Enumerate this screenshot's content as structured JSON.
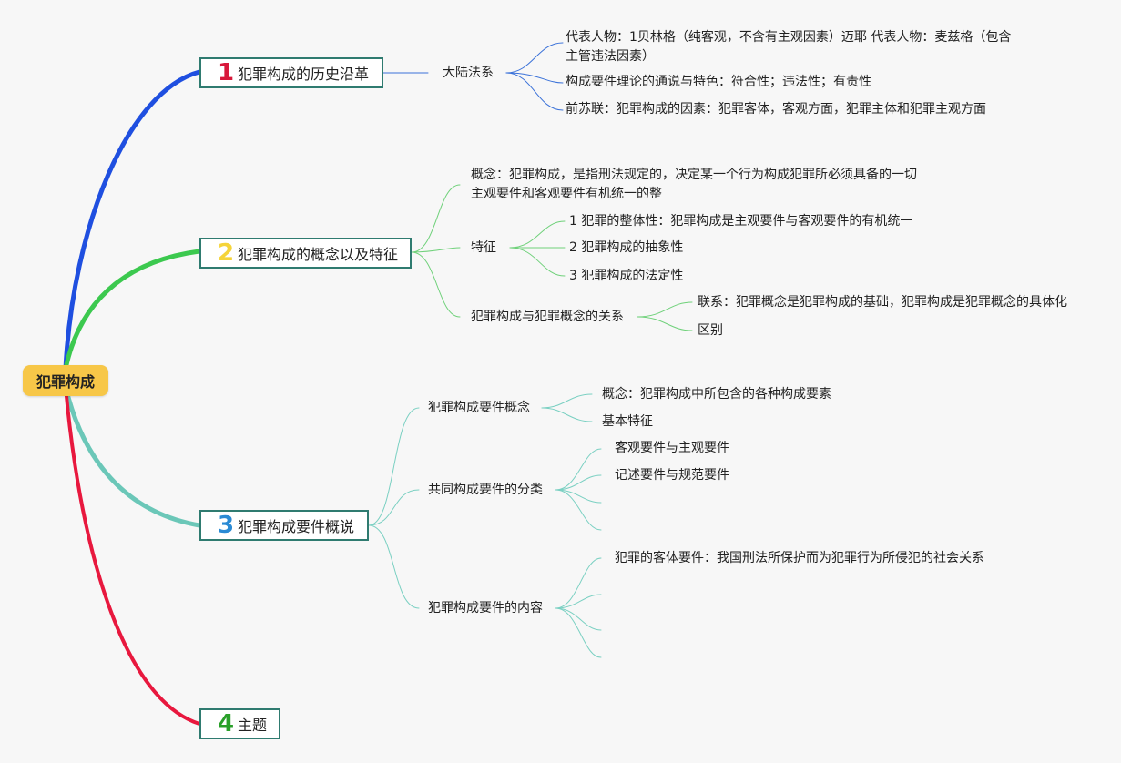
{
  "root": {
    "label": "犯罪构成"
  },
  "colors": {
    "root_bg": "#f7c748",
    "branch1": "#1f4fe0",
    "branch2": "#3cc94f",
    "branch3": "#6bc7b8",
    "branch4": "#e8183e"
  },
  "branches": [
    {
      "number": "1",
      "number_color": "#d8183a",
      "label": "犯罪构成的历史沿革",
      "children": [
        {
          "label": "大陆法系",
          "children": [
            {
              "label": "代表人物：1贝林格（纯客观，不含有主观因素）迈耶 代表人物：麦兹格（包含主管违法因素）"
            },
            {
              "label": "构成要件理论的通说与特色：符合性；违法性；有责性"
            },
            {
              "label": "前苏联：犯罪构成的因素：犯罪客体，客观方面，犯罪主体和犯罪主观方面"
            }
          ]
        }
      ]
    },
    {
      "number": "2",
      "number_color": "#f5d43a",
      "label": "犯罪构成的概念以及特征",
      "children": [
        {
          "label": "概念：犯罪构成，是指刑法规定的，决定某一个行为构成犯罪所必须具备的一切主观要件和客观要件有机统一的整"
        },
        {
          "label": "特征",
          "children": [
            {
              "label": "1 犯罪的整体性：犯罪构成是主观要件与客观要件的有机统一"
            },
            {
              "label": "2 犯罪构成的抽象性"
            },
            {
              "label": "3 犯罪构成的法定性"
            }
          ]
        },
        {
          "label": "犯罪构成与犯罪概念的关系",
          "children": [
            {
              "label": "联系：犯罪概念是犯罪构成的基础，犯罪构成是犯罪概念的具体化"
            },
            {
              "label": "区别"
            }
          ]
        }
      ]
    },
    {
      "number": "3",
      "number_color": "#2a8ad4",
      "label": "犯罪构成要件概说",
      "children": [
        {
          "label": "犯罪构成要件概念",
          "children": [
            {
              "label": "概念：犯罪构成中所包含的各种构成要素"
            },
            {
              "label": "基本特征"
            }
          ]
        },
        {
          "label": "共同构成要件的分类",
          "children": [
            {
              "label": "客观要件与主观要件"
            },
            {
              "label": "记述要件与规范要件"
            },
            {
              "label": ""
            },
            {
              "label": ""
            }
          ]
        },
        {
          "label": "犯罪构成要件的内容",
          "children": [
            {
              "label": "犯罪的客体要件：我国刑法所保护而为犯罪行为所侵犯的社会关系"
            },
            {
              "label": ""
            },
            {
              "label": ""
            },
            {
              "label": ""
            }
          ]
        }
      ]
    },
    {
      "number": "4",
      "number_color": "#2aa02a",
      "label": "主题",
      "children": []
    }
  ]
}
